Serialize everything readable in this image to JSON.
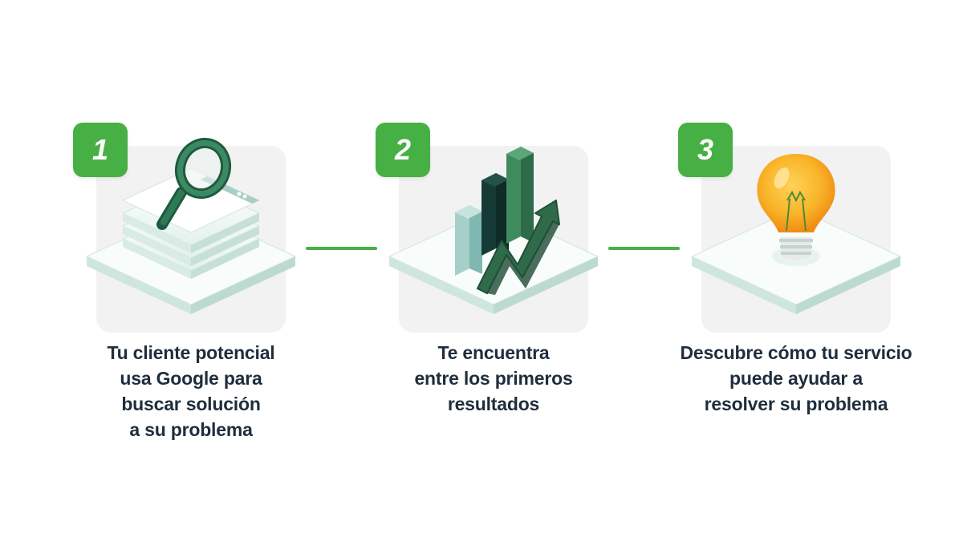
{
  "steps": [
    {
      "number": "1",
      "icon": "magnifier-icon",
      "caption": [
        "Tu cliente potencial",
        "usa Google para",
        "buscar solución",
        "a su problema"
      ]
    },
    {
      "number": "2",
      "icon": "growth-chart-icon",
      "caption": [
        "Te encuentra",
        "entre los primeros",
        "resultados"
      ]
    },
    {
      "number": "3",
      "icon": "lightbulb-icon",
      "caption": [
        "Descubre cómo tu servicio",
        "puede ayudar a",
        "resolver su problema"
      ]
    }
  ],
  "colors": {
    "accent": "#47b045",
    "dark_green": "#2e6b4f",
    "text": "#1f2d3d",
    "card": "#f2f2f2",
    "bulb": "#f7a81b"
  }
}
